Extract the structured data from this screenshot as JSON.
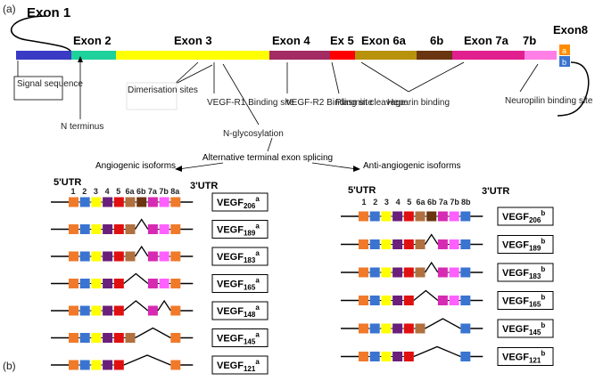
{
  "panel_labels": {
    "a": "(a)",
    "b": "(b)"
  },
  "exon_labels": [
    "Exon 1",
    "Exon 2",
    "Exon 3",
    "Exon 4",
    "Ex 5",
    "Exon 6a",
    "6b",
    "Exon 7a",
    "7b",
    "Exon8"
  ],
  "exon8_sub": [
    "a",
    "b"
  ],
  "gene_segments": [
    {
      "name": "signal",
      "color": "#3a3ac4"
    },
    {
      "name": "exon2",
      "color": "#1fd19a"
    },
    {
      "name": "exon3",
      "color": "#ffff00"
    },
    {
      "name": "exon4",
      "color": "#a32a62"
    },
    {
      "name": "exon5",
      "color": "#ff0000"
    },
    {
      "name": "exon6a",
      "color": "#b8920a"
    },
    {
      "name": "exon6b",
      "color": "#6a3510"
    },
    {
      "name": "exon7a",
      "color": "#e0208e"
    },
    {
      "name": "exon7b",
      "color": "#ff7fe6"
    }
  ],
  "exon8_colors": {
    "a": "#ff8c00",
    "b": "#3a74d0"
  },
  "annotations": {
    "signal": "Signal sequence",
    "nterm": "N terminus",
    "dimer": "Dimerisation sites",
    "vegfr1": "VEGF-R1 Binding site",
    "vegfr2": "VEGF-R2 Binding site",
    "plasmin": "Plasmin cleavage",
    "heparin": "Heparin binding",
    "neuropilin": "Neuropilin binding site",
    "nglyc": "N-glycosylation"
  },
  "splicing": {
    "center": "Alternative terminal exon splicing",
    "left": "Angiogenic isoforms",
    "right": "Anti-angiogenic isoforms"
  },
  "utr": {
    "five": "5'UTR",
    "three": "3'UTR"
  },
  "left_exon_numbers": [
    "1",
    "2",
    "3",
    "4",
    "5",
    "6a",
    "6b",
    "7a",
    "7b",
    "8a"
  ],
  "right_exon_numbers": [
    "1",
    "2",
    "3",
    "4",
    "5",
    "6a",
    "6b",
    "7a",
    "7b",
    "8b"
  ],
  "box_colors": {
    "1": "#f07a2a",
    "2": "#3a74d0",
    "3": "#ffff00",
    "4": "#6a1f7a",
    "5": "#e01010",
    "6a": "#b07040",
    "6b": "#6a3510",
    "7a": "#d62ab2",
    "7b": "#ff60ff",
    "8a": "#f07a2a",
    "8b": "#3a74d0"
  },
  "isoforms_a": [
    {
      "base": "VEGF",
      "sub": "206",
      "sup": "a",
      "exons": [
        "1",
        "2",
        "3",
        "4",
        "5",
        "6a",
        "6b",
        "7a",
        "7b",
        "8a"
      ]
    },
    {
      "base": "VEGF",
      "sub": "189",
      "sup": "a",
      "exons": [
        "1",
        "2",
        "3",
        "4",
        "5",
        "6a",
        "7a",
        "7b",
        "8a"
      ]
    },
    {
      "base": "VEGF",
      "sub": "183",
      "sup": "a",
      "exons": [
        "1",
        "2",
        "3",
        "4",
        "5",
        "6a",
        "7a",
        "7b",
        "8a"
      ]
    },
    {
      "base": "VEGF",
      "sub": "165",
      "sup": "a",
      "exons": [
        "1",
        "2",
        "3",
        "4",
        "5",
        "7a",
        "7b",
        "8a"
      ]
    },
    {
      "base": "VEGF",
      "sub": "148",
      "sup": "a",
      "exons": [
        "1",
        "2",
        "3",
        "4",
        "5",
        "7a",
        "8a"
      ]
    },
    {
      "base": "VEGF",
      "sub": "145",
      "sup": "a",
      "exons": [
        "1",
        "2",
        "3",
        "4",
        "5",
        "6a",
        "8a"
      ]
    },
    {
      "base": "VEGF",
      "sub": "121",
      "sup": "a",
      "exons": [
        "1",
        "2",
        "3",
        "4",
        "5",
        "8a"
      ]
    }
  ],
  "isoforms_b": [
    {
      "base": "VEGF",
      "sub": "206",
      "sup": "b",
      "exons": [
        "1",
        "2",
        "3",
        "4",
        "5",
        "6a",
        "6b",
        "7a",
        "7b",
        "8b"
      ]
    },
    {
      "base": "VEGF",
      "sub": "189",
      "sup": "b",
      "exons": [
        "1",
        "2",
        "3",
        "4",
        "5",
        "6a",
        "7a",
        "7b",
        "8b"
      ]
    },
    {
      "base": "VEGF",
      "sub": "183",
      "sup": "b",
      "exons": [
        "1",
        "2",
        "3",
        "4",
        "5",
        "6a",
        "7a",
        "7b",
        "8b"
      ]
    },
    {
      "base": "VEGF",
      "sub": "165",
      "sup": "b",
      "exons": [
        "1",
        "2",
        "3",
        "4",
        "5",
        "7a",
        "7b",
        "8b"
      ]
    },
    {
      "base": "VEGF",
      "sub": "145",
      "sup": "b",
      "exons": [
        "1",
        "2",
        "3",
        "4",
        "5",
        "6a",
        "8b"
      ]
    },
    {
      "base": "VEGF",
      "sub": "121",
      "sup": "b",
      "exons": [
        "1",
        "2",
        "3",
        "4",
        "5",
        "8b"
      ]
    }
  ]
}
